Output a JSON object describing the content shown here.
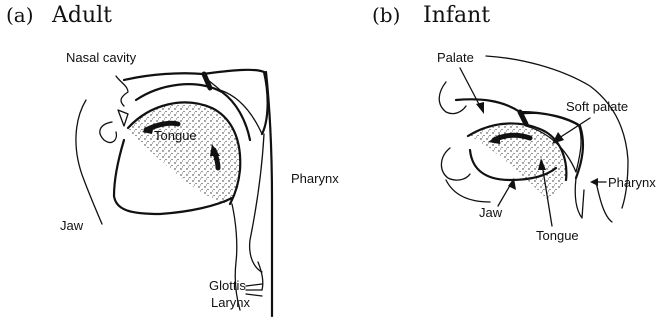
{
  "panels": [
    {
      "letter": "(a)",
      "title": "Adult",
      "labels": {
        "nasal_cavity": "Nasal cavity",
        "tongue": "Tongue",
        "pharynx": "Pharynx",
        "jaw": "Jaw",
        "glottis": "Glottis",
        "larynx": "Larynx"
      }
    },
    {
      "letter": "(b)",
      "title": "Infant",
      "labels": {
        "palate": "Palate",
        "soft_palate": "Soft palate",
        "pharynx": "Pharynx",
        "jaw": "Jaw",
        "tongue": "Tongue"
      }
    }
  ]
}
